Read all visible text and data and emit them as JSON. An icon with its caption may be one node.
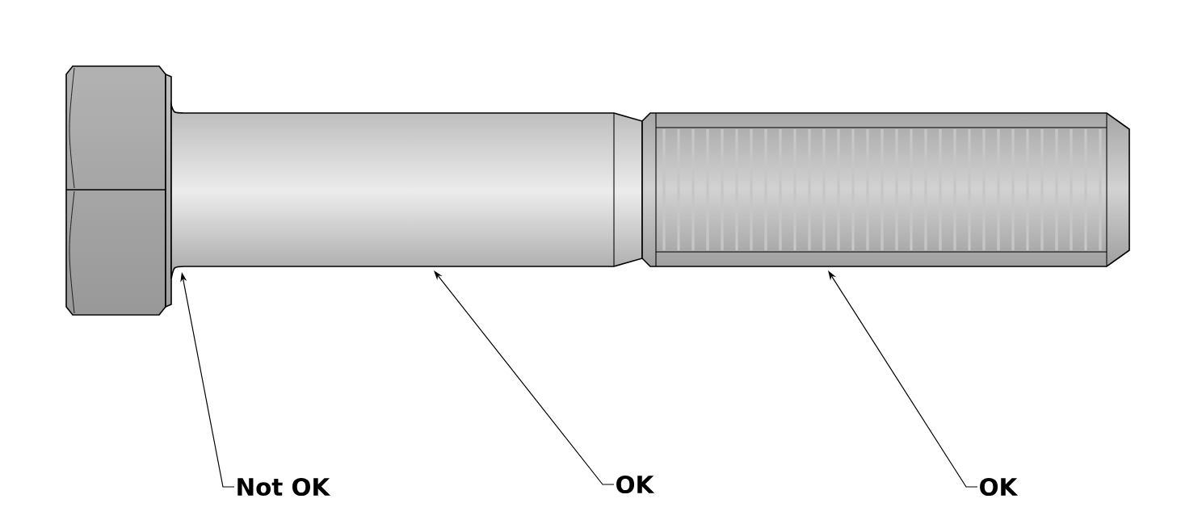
{
  "diagram": {
    "nodes": [
      {
        "text": [
          "Not OK"
        ]
      },
      {
        "text": [
          "OK"
        ]
      },
      {
        "text": [
          "OK"
        ]
      }
    ],
    "edges": [
      {
        "from": 0,
        "to": null,
        "arrow": "to"
      },
      {
        "from": 1,
        "to": null,
        "arrow": "to"
      },
      {
        "from": 2,
        "to": null,
        "arrow": "to"
      }
    ]
  }
}
